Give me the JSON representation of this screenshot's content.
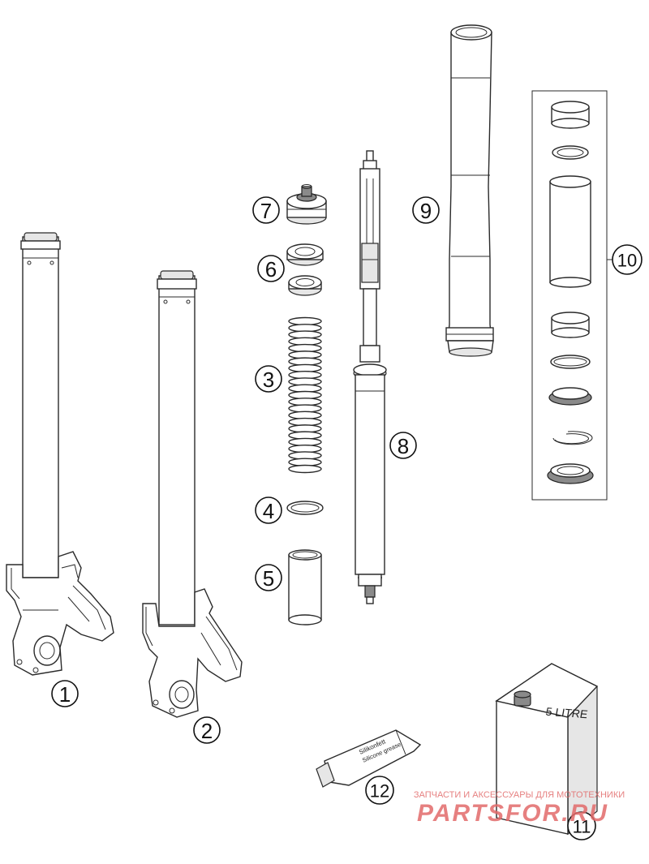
{
  "callouts": [
    "1",
    "2",
    "3",
    "4",
    "5",
    "6",
    "7",
    "8",
    "9",
    "10",
    "11",
    "12"
  ],
  "can_label": "5 LITRE",
  "tube_label_line1": "Silikonfett",
  "tube_label_line2": "Silicone grease",
  "watermark": {
    "tagline": "ЗАПЧАСТИ И АКСЕССУАРЫ ДЛЯ МОТОТЕХНИКИ",
    "logo": "PARTSFOR.RU",
    "color": "#e26a6a"
  }
}
